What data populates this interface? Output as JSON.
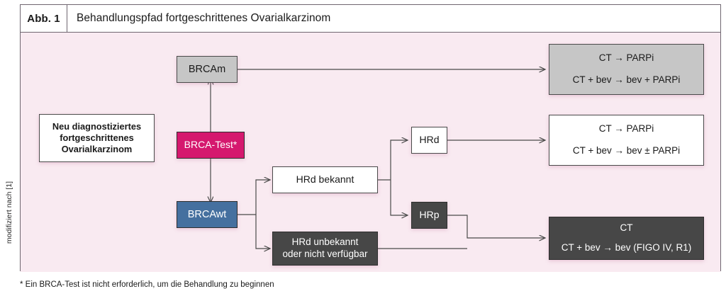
{
  "header": {
    "figure_number": "Abb. 1",
    "title": "Behandlungspfad fortgeschrittenes Ovarialkarzinom"
  },
  "source_credit": "modifiziert nach [1]",
  "footnote": "* Ein BRCA-Test ist nicht erforderlich, um die Behandlung zu beginnen",
  "nodes": {
    "start": {
      "line1": "Neu diagnostiziertes",
      "line2": "fortgeschrittenes",
      "line3": "Ovarialkarzinom"
    },
    "brca_test": {
      "label": "BRCA-Test*"
    },
    "brcam": {
      "label": "BRCAm"
    },
    "brcawt": {
      "label": "BRCAwt"
    },
    "hrd_bekannt": {
      "label": "HRd bekannt"
    },
    "hrd_unbekannt": {
      "line1": "HRd unbekannt",
      "line2": "oder nicht verfügbar"
    },
    "hrd": {
      "label": "HRd"
    },
    "hrp": {
      "label": "HRp"
    },
    "outcome_brcam": {
      "line1": "CT → PARPi",
      "line2": "CT + bev → bev + PARPi"
    },
    "outcome_hrd": {
      "line1": "CT → PARPi",
      "line2": "CT + bev → bev ± PARPi"
    },
    "outcome_hrp": {
      "line1": "CT",
      "line2": "CT + bev → bev (FIGO IV, R1)"
    }
  },
  "colors": {
    "canvas_background": "#f9eaf1",
    "brca_test": "#d5186e",
    "brcawt": "#45709f",
    "brcam": "#c6c6c6",
    "dark_node": "#474747",
    "white_node": "#ffffff",
    "connector": "#4a4a4a",
    "frame_border": "#6f6670"
  }
}
